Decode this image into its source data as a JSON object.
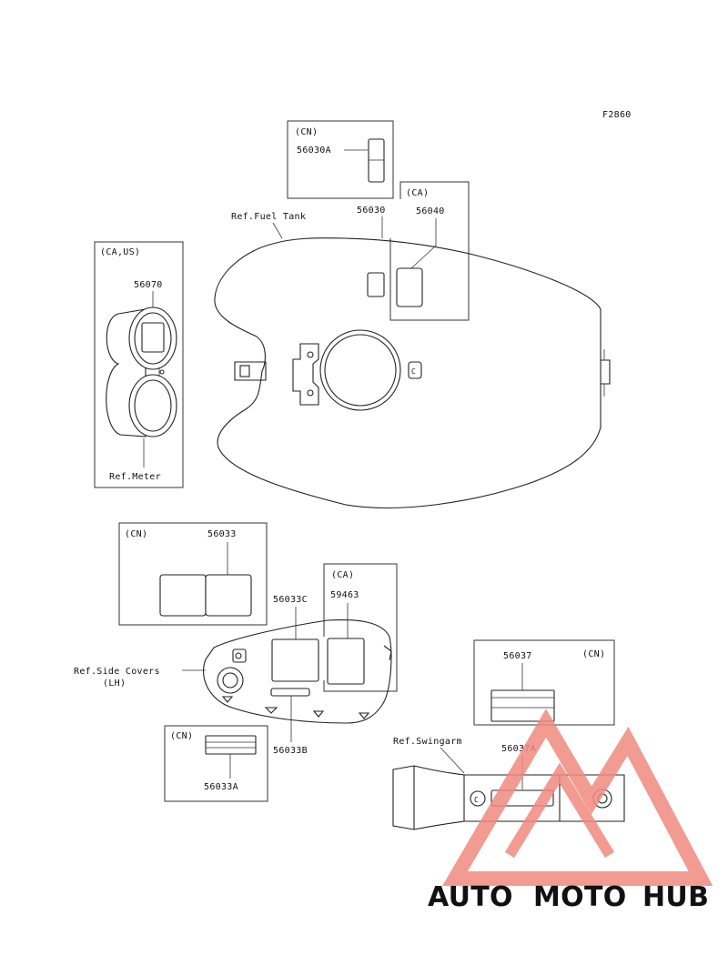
{
  "diagram": {
    "code": "F2860",
    "labels": {
      "cn": "(CN)",
      "ca": "(CA)",
      "ca_us": "(CA,US)",
      "p56030A": "56030A",
      "p56030": "56030",
      "p56040": "56040",
      "ref_fuel_tank": "Ref.Fuel Tank",
      "p56070": "56070",
      "ref_meter": "Ref.Meter",
      "p56033": "56033",
      "p56033C": "56033C",
      "p59463": "59463",
      "ref_side_covers": "Ref.Side Covers",
      "lh": "(LH)",
      "p56033B": "56033B",
      "p56033A": "56033A",
      "p56037": "56037",
      "ref_swingarm": "Ref.Swingarm",
      "p56037A": "56037A"
    }
  },
  "watermark": {
    "part1": "AUTO",
    "part2": "MOTO",
    "part3": "HUB",
    "colors": {
      "auto": "#f3b23a",
      "moto": "#e8615a",
      "hub": "#6b6b6b",
      "triangle": "#f08a80"
    }
  }
}
